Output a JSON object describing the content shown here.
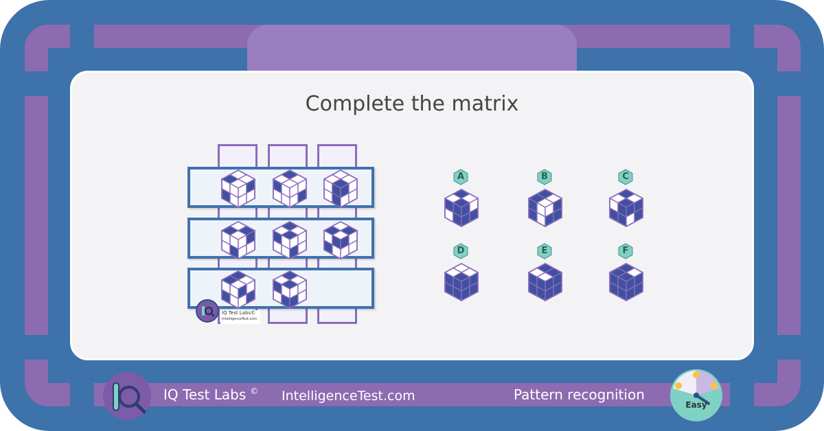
{
  "title": "Complete the matrix",
  "colors": {
    "frame": "#3d72ab",
    "accent_purple": "#8d6bb0",
    "panel": "#f3f3f6",
    "cube_fill": "#3f51a0",
    "cube_line": "#8a6cba",
    "badge": "#7fd1c4"
  },
  "matrix_watermark": {
    "brand": "IQ Test Labs©",
    "site": "IntelligenceTest.com"
  },
  "options": [
    {
      "label": "A"
    },
    {
      "label": "B"
    },
    {
      "label": "C"
    },
    {
      "label": "D"
    },
    {
      "label": "E"
    },
    {
      "label": "F"
    }
  ],
  "footer": {
    "brand": "IQ Test Labs",
    "copyright": "©",
    "site": "IntelligenceTest.com",
    "category": "Pattern recognition",
    "difficulty": "Easy"
  },
  "icons": {
    "logo": "iq-magnifier-logo-icon",
    "gauge": "difficulty-gauge-icon"
  }
}
